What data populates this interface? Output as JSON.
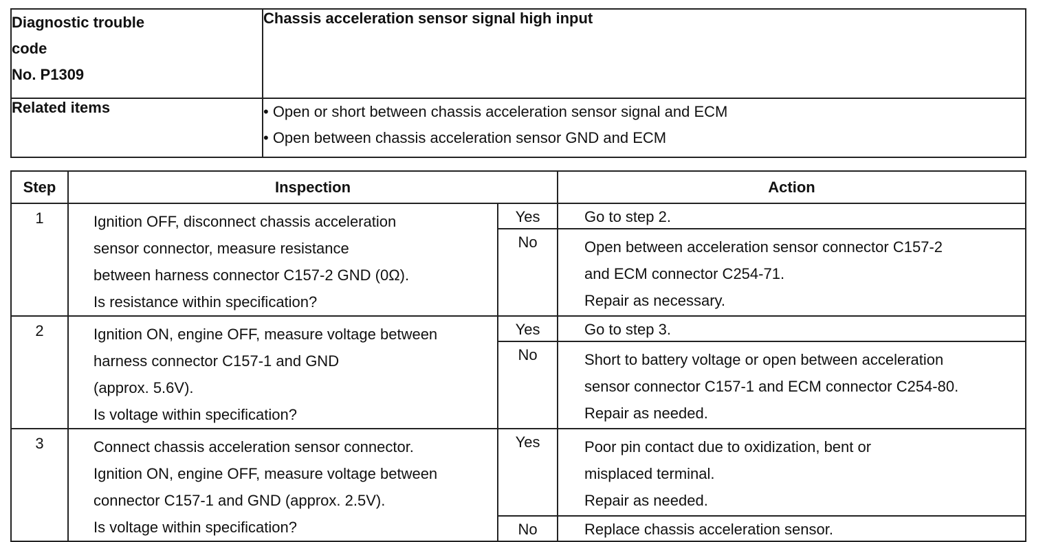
{
  "dtc": {
    "label_lines": [
      "Diagnostic trouble",
      "code",
      "No. P1309"
    ],
    "title": "Chassis acceleration sensor signal high input",
    "related_label": "Related items",
    "related_items": [
      "• Open or short between chassis acceleration sensor signal and ECM",
      "• Open between chassis acceleration sensor GND and ECM"
    ]
  },
  "table": {
    "headers": {
      "step": "Step",
      "inspection": "Inspection",
      "action": "Action"
    },
    "steps": [
      {
        "step": "1",
        "inspection": [
          "Ignition OFF, disconnect chassis acceleration",
          "sensor connector, measure resistance",
          "between harness connector C157-2 GND (0Ω).",
          "Is resistance within specification?"
        ],
        "yes_label": "Yes",
        "yes_action": [
          "Go to step 2."
        ],
        "no_label": "No",
        "no_action": [
          "Open between acceleration sensor connector C157-2",
          "and ECM connector C254-71.",
          "Repair as necessary."
        ]
      },
      {
        "step": "2",
        "inspection": [
          "Ignition ON, engine OFF, measure voltage between",
          "harness connector C157-1 and GND",
          "(approx. 5.6V).",
          "Is voltage within specification?"
        ],
        "yes_label": "Yes",
        "yes_action": [
          "Go to step 3."
        ],
        "no_label": "No",
        "no_action": [
          "Short to battery voltage or open between acceleration",
          "sensor connector C157-1 and ECM connector C254-80.",
          "Repair as needed."
        ]
      },
      {
        "step": "3",
        "inspection": [
          "Connect chassis acceleration sensor connector.",
          "Ignition ON, engine OFF, measure voltage between",
          "connector C157-1 and GND (approx. 2.5V).",
          "Is voltage within specification?"
        ],
        "yes_label": "Yes",
        "yes_action": [
          "Poor pin contact due to oxidization, bent or",
          "misplaced terminal.",
          "Repair as needed."
        ],
        "no_label": "No",
        "no_action": [
          "Replace chassis acceleration sensor."
        ]
      }
    ]
  }
}
